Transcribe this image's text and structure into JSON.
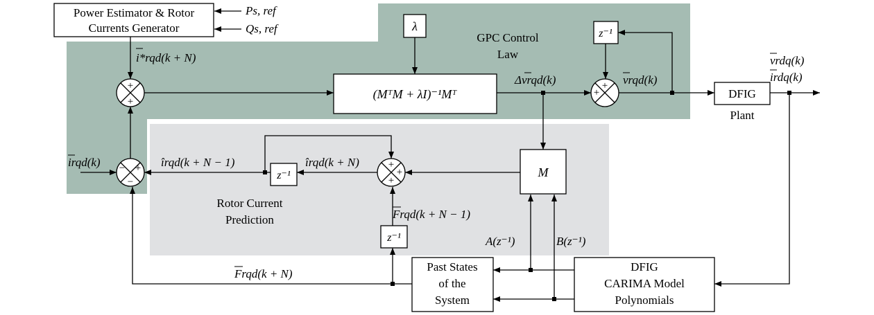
{
  "colors": {
    "gpc_region": "#a5bcb3",
    "prediction_region": "#e0e1e3",
    "line": "#000000",
    "block_fill": "#ffffff"
  },
  "blocks": {
    "estimator_line1": "Power Estimator & Rotor",
    "estimator_line2": "Currents Generator",
    "lambda": "λ",
    "gpc_label_line1": "GPC Control",
    "gpc_label_line2": "Law",
    "gpc_matrix": "(MᵀM + λI)⁻¹Mᵀ",
    "delay": "z⁻¹",
    "dfig": "DFIG",
    "plant": "Plant",
    "m_block": "M",
    "rotor_pred_line1": "Rotor Current",
    "rotor_pred_line2": "Prediction",
    "past_line1": "Past States",
    "past_line2": "of the",
    "past_line3": "System",
    "carima_line1": "DFIG",
    "carima_line2": "CARIMA Model",
    "carima_line3": "Polynomials"
  },
  "signals": {
    "p_ref": "Ps, ref",
    "q_ref": "Qs, ref",
    "i_ref": "i*rqd(k + N)",
    "i_meas": "irqd(k)",
    "delta_v": "Δvrqd(k)",
    "v_rqd": "vrqd(k)",
    "v_out": "vrdq(k)",
    "i_out": "irdq(k)",
    "i_hat_n1": "îrqd(k + N − 1)",
    "i_hat_n": "îrqd(k + N)",
    "f_n1": "Frqd(k + N − 1)",
    "f_n": "Frqd(k + N)",
    "a_poly": "A(z⁻¹)",
    "b_poly": "B(z⁻¹)"
  },
  "sum_signs": {
    "plus": "+",
    "minus": "−"
  }
}
